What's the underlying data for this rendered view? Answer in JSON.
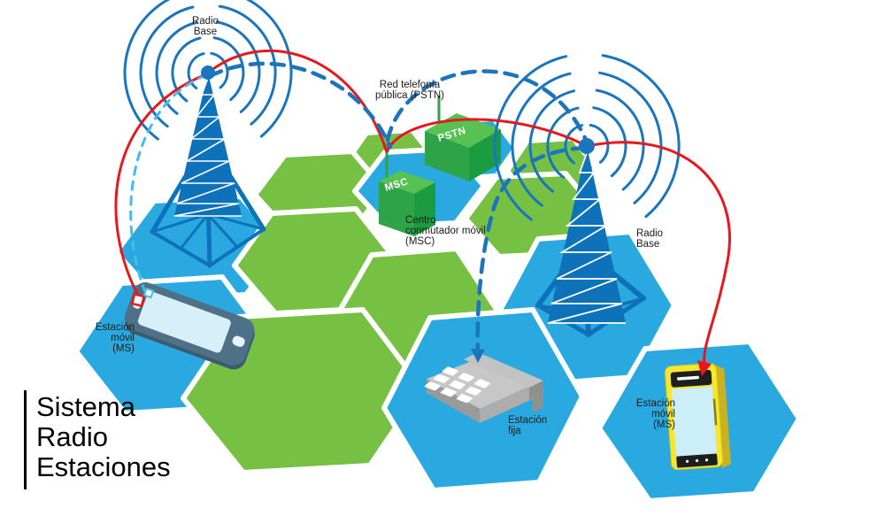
{
  "title": {
    "line1": "Sistema",
    "line2": "Radio",
    "line3": "Estaciones"
  },
  "labels": {
    "radio_base_left": {
      "line1": "Radio",
      "line2": "Base"
    },
    "radio_base_right": {
      "line1": "Radio",
      "line2": "Base"
    },
    "pstn": {
      "line1": "Red telefonía",
      "line2": "pública (PSTN)"
    },
    "msc": {
      "line1": "Centro",
      "line2": "conmutador móvil",
      "line3": "(MSC)"
    },
    "mobile_station_left": {
      "line1": "Estación",
      "line2": "móvil",
      "line3": "(MS)"
    },
    "fixed_station": {
      "line1": "Estación",
      "line2": "fija"
    },
    "mobile_station_right": {
      "line1": "Estación",
      "line2": "móvil",
      "line3": "(MS)"
    }
  },
  "boxes": {
    "pstn_label": "PSTN",
    "msc_label": "MSC"
  },
  "colors": {
    "hex_green": "#76C043",
    "hex_blue": "#29A9E0",
    "tower_blue": "#0D72BA",
    "signal_arc_blue": "#1B75BC",
    "link_red": "#E8161D",
    "link_dashed_blue": "#1B75BC",
    "link_dashed_light_blue": "#47BBEB",
    "box_green_top": "#55C251",
    "box_green_front": "#2FA347",
    "box_green_side": "#1B9C40",
    "phone_yellow": "#F4E335",
    "desk_phone_gray": "#C7C7C7"
  }
}
